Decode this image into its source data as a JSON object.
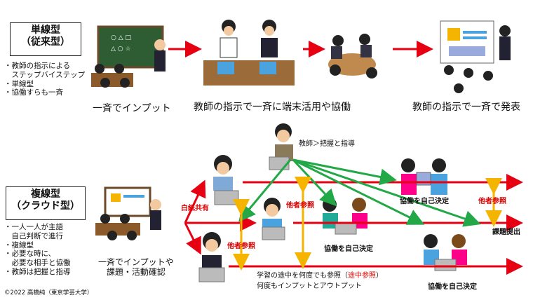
{
  "single_track": {
    "title_line1": "単線型",
    "title_line2": "（従来型）",
    "bullets": [
      "・教師の指示による",
      "　ステップバイステップ",
      "・単線型",
      "・協働すらも一斉"
    ],
    "step1_caption": "一斉でインプット",
    "step2_caption": "教師の指示で一斉に端末活用や協働",
    "step3_caption": "教師の指示で一斉で発表"
  },
  "multi_track": {
    "title_line1": "複線型",
    "title_line2": "（クラウド型）",
    "bullets": [
      "・一人一人が主語",
      "　自己判断で進行",
      "・複線型",
      "・必要な時に、",
      "　必要な相手と協働",
      "・教師は把握と指導"
    ],
    "input_caption_line1": "一斉でインプットや",
    "input_caption_line2": "課題・活動確認",
    "teacher_note": "教師＞把握と指導",
    "blank_share": "白紙共有",
    "peer_ref": "他者参照",
    "collab_self": "協働を自己決定",
    "submit": "課題提出",
    "midway_pre": "学習の途中を何度でも参照（",
    "midway_red": "途中参照",
    "midway_post": "）",
    "in_out": "何度もインプットとアウトプット"
  },
  "credit": "©2022 高橋純（東京学芸大学）",
  "colors": {
    "red_arrow": "#e60012",
    "green_arrow": "#22a846",
    "yellow_arrow": "#f4b400",
    "board": "#2e5d34"
  }
}
